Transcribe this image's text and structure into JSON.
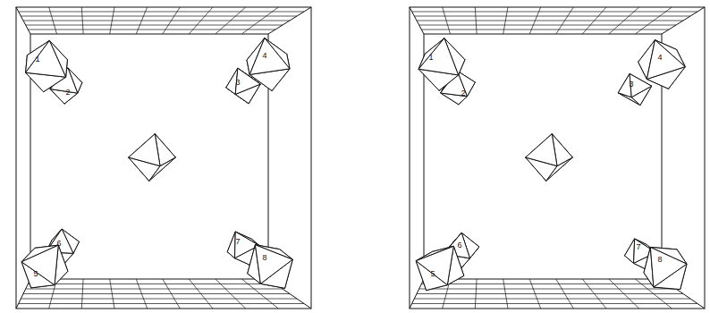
{
  "diagram": {
    "labels": [
      "1",
      "2",
      "3",
      "4",
      "5",
      "6",
      "7",
      "8",
      "1",
      "2",
      "3",
      "4",
      "5",
      "6",
      "7",
      "8"
    ]
  }
}
